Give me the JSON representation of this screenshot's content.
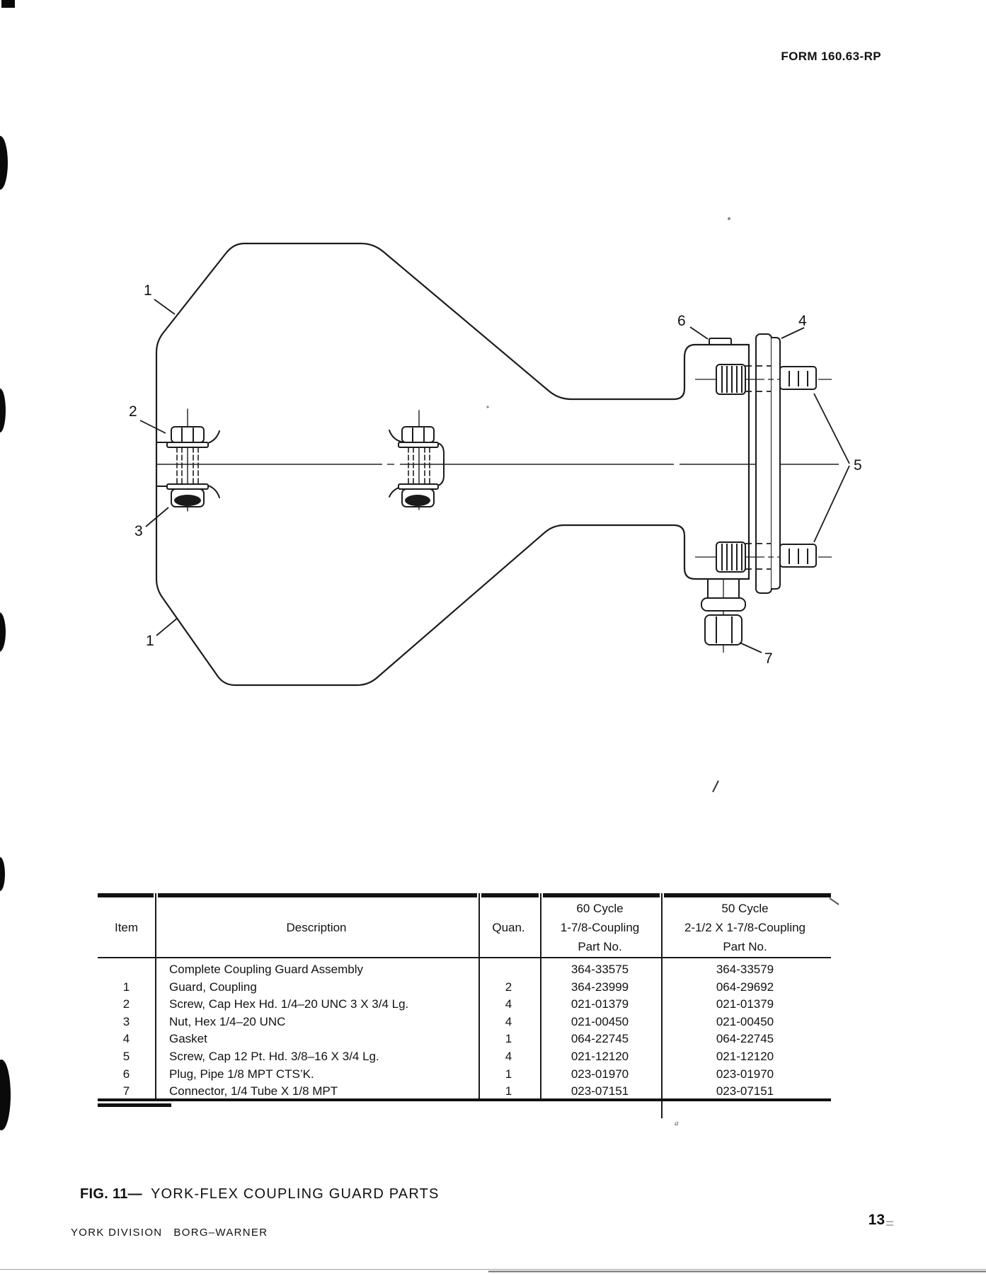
{
  "page": {
    "form_number": "FORM 160.63-RP",
    "page_number": "13"
  },
  "figure": {
    "caption_prefix": "FIG. 11—",
    "caption_title": "YORK-FLEX COUPLING GUARD PARTS"
  },
  "footer": {
    "left_text_1": "YORK DIVISION",
    "left_text_2": "BORG–WARNER"
  },
  "diagram": {
    "description": "York-Flex coupling guard exploded side view",
    "callouts": {
      "c1_top": "1",
      "c2": "2",
      "c3": "3",
      "c1_bottom": "1",
      "c6": "6",
      "c4": "4",
      "c5": "5",
      "c7": "7"
    },
    "stray_mark": "a"
  },
  "table": {
    "headers": {
      "item": "Item",
      "description": "Description",
      "quan": "Quan.",
      "col60": {
        "line1": "60 Cycle",
        "line2": "1-7/8-Coupling",
        "line3": "Part No."
      },
      "col50": {
        "line1": "50 Cycle",
        "line2": "2-1/2 X 1-7/8-Coupling",
        "line3": "Part No."
      }
    },
    "rows": [
      {
        "item": "",
        "description": "Complete Coupling Guard Assembly",
        "quan": "",
        "part_60": "364-33575",
        "part_50": "364-33579"
      },
      {
        "item": "1",
        "description": "Guard, Coupling",
        "quan": "2",
        "part_60": "364-23999",
        "part_50": "064-29692"
      },
      {
        "item": "2",
        "description": "Screw, Cap Hex Hd. 1/4–20 UNC 3 X 3/4 Lg.",
        "quan": "4",
        "part_60": "021-01379",
        "part_50": "021-01379"
      },
      {
        "item": "3",
        "description": "Nut, Hex 1/4–20 UNC",
        "quan": "4",
        "part_60": "021-00450",
        "part_50": "021-00450"
      },
      {
        "item": "4",
        "description": "Gasket",
        "quan": "1",
        "part_60": "064-22745",
        "part_50": "064-22745"
      },
      {
        "item": "5",
        "description": "Screw, Cap 12 Pt. Hd. 3/8–16 X 3/4 Lg.",
        "quan": "4",
        "part_60": "021-12120",
        "part_50": "021-12120"
      },
      {
        "item": "6",
        "description": "Plug, Pipe 1/8 MPT CTS’K.",
        "quan": "1",
        "part_60": "023-01970",
        "part_50": "023-01970"
      },
      {
        "item": "7",
        "description": "Connector, 1/4 Tube X 1/8 MPT",
        "quan": "1",
        "part_60": "023-07151",
        "part_50": "023-07151"
      }
    ]
  }
}
